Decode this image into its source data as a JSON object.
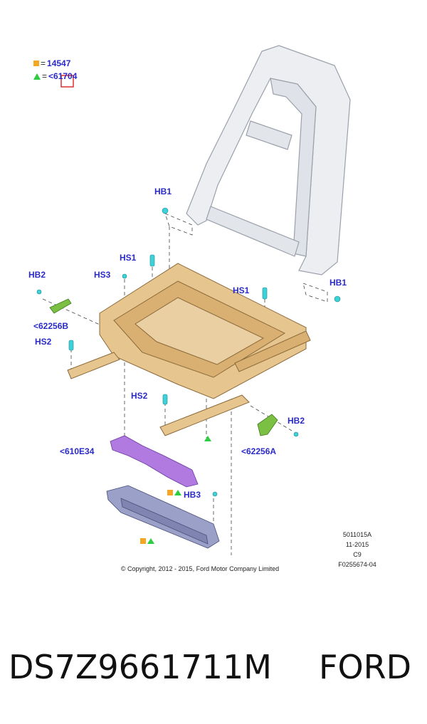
{
  "legend": {
    "square_value": "14547",
    "triangle_value": "<61704",
    "square_color": "#f5a623",
    "triangle_color": "#2ecc40"
  },
  "callouts": {
    "hb1_top": "HB1",
    "hs1_left": "HS1",
    "hb2_left": "HB2",
    "hs3": "HS3",
    "hs1_right": "HS1",
    "hb1_right": "HB1",
    "ref_62256b": "<62256B",
    "hs2_left": "HS2",
    "hs2_center": "HS2",
    "hb2_right": "HB2",
    "ref_610e34": "<610E34",
    "ref_62256a": "<62256A",
    "hb3": "HB3"
  },
  "drawing_info": {
    "code": "5011015A",
    "date": "11-2015",
    "rev": "C9",
    "figure": "F0255674-04"
  },
  "copyright": "© Copyright, 2012 - 2015, Ford Motor Company Limited",
  "footer": {
    "part_number": "DS7Z9661711M",
    "brand": "FORD"
  },
  "colors": {
    "frame_tan": "#e7c58f",
    "back_frame": "#eceef2",
    "purple_part": "#b07ae0",
    "module": "#9aa0c8",
    "bracket_green": "#7bc043",
    "fastener_cyan": "#3fd1d8"
  }
}
